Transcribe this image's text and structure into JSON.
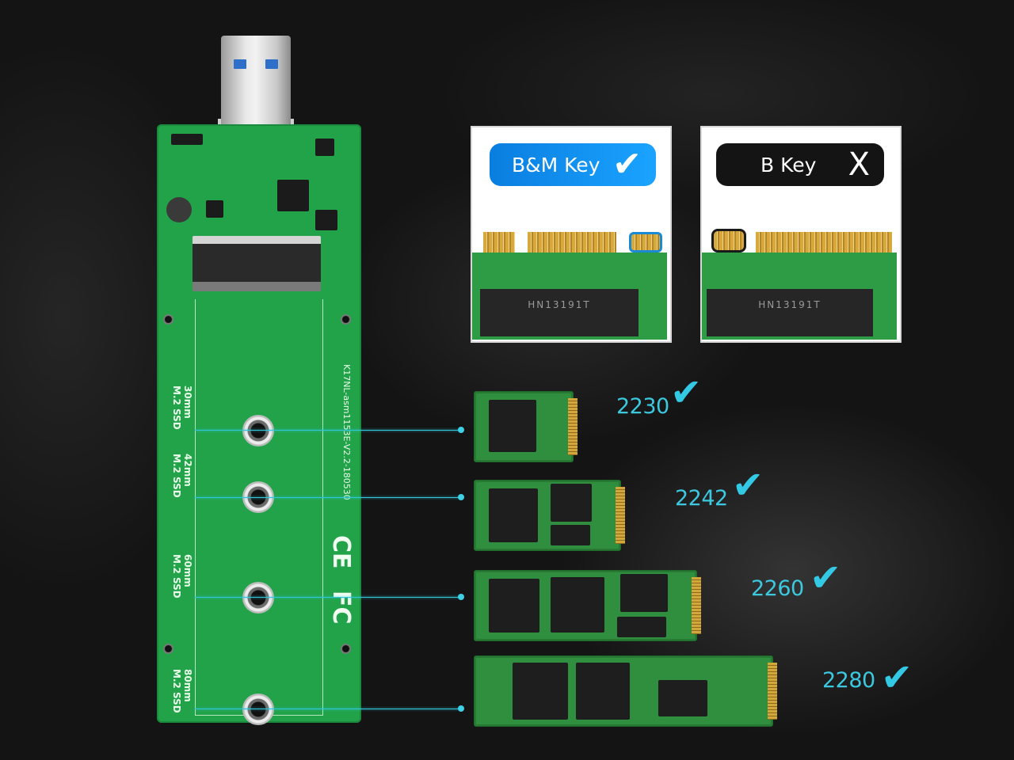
{
  "key_compatibility": [
    {
      "label": "B&M Key",
      "mark": "✔",
      "supported": true,
      "accent": "#0f8be8"
    },
    {
      "label": "B Key",
      "mark": "X",
      "supported": false,
      "accent": "#141414"
    }
  ],
  "board": {
    "model_text": "K17NL-asm1153E-V2.2-180530",
    "chip_text": "HN13191T",
    "bay_markings": [
      {
        "length": "30mm",
        "type": "M.2 SSD"
      },
      {
        "length": "42mm",
        "type": "M.2 SSD"
      },
      {
        "length": "60mm",
        "type": "M.2 SSD"
      },
      {
        "length": "80mm",
        "type": "M.2 SSD"
      }
    ],
    "cert_ce": "CE",
    "cert_fc": "FC"
  },
  "ssd_sizes": [
    {
      "size": "2230",
      "supported": true
    },
    {
      "size": "2242",
      "supported": true
    },
    {
      "size": "2260",
      "supported": true
    },
    {
      "size": "2280",
      "supported": true
    }
  ],
  "colors": {
    "accent": "#33c8e3",
    "pcb": "#22a34a",
    "check_blue": "#0f8be8"
  },
  "icons": [
    "checkmark-icon",
    "cross-icon",
    "usb-connector",
    "mounting-hole"
  ]
}
